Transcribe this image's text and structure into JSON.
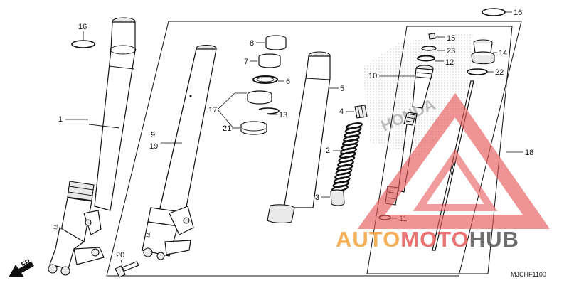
{
  "diagram": {
    "code": "MJCHF1100",
    "front_label": "FR.",
    "watermark_auto": "AUTO",
    "watermark_moto": "MOTO",
    "watermark_hub": "HUB",
    "brand_ghost": "HONDA",
    "colors": {
      "ink": "#111111",
      "watermark_red": "#e65a5a",
      "watermark_orange": "#f2a13a",
      "watermark_gray": "#555555"
    },
    "callouts": {
      "c1": "1",
      "c2": "2",
      "c3": "3",
      "c4": "4",
      "c5": "5",
      "c6": "6",
      "c7": "7",
      "c8": "8",
      "c9": "9",
      "c10": "10",
      "c11": "11",
      "c12": "12",
      "c13": "13",
      "c14": "14",
      "c15": "15",
      "c16a": "16",
      "c16b": "16",
      "c17": "17",
      "c18": "18",
      "c19": "19",
      "c20": "20",
      "c21": "21",
      "c22": "22",
      "c23": "23"
    }
  }
}
